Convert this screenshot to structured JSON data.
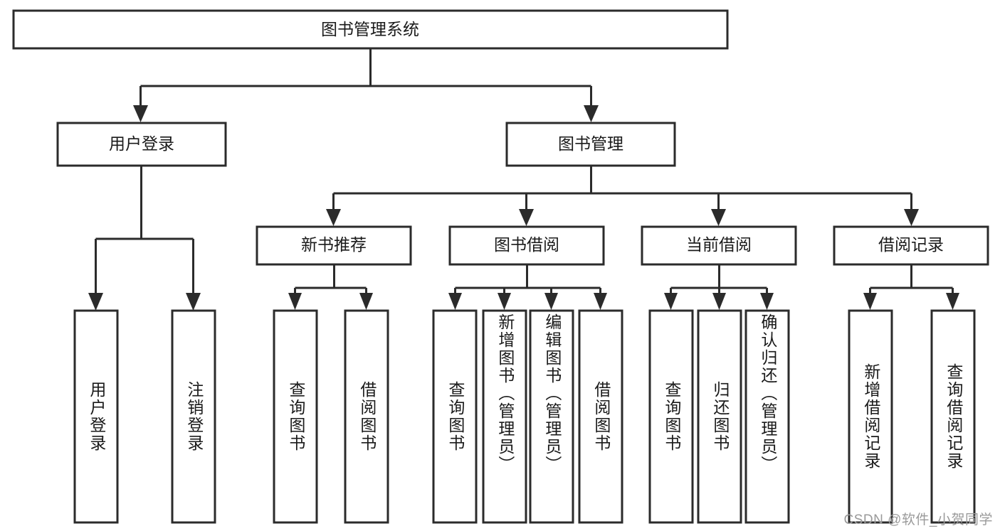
{
  "diagram": {
    "title": "图书管理系统",
    "type": "tree",
    "orientation": "top-down",
    "colors": {
      "box_fill": "#ffffff",
      "box_stroke": "#2b2b2b",
      "connector": "#2b2b2b",
      "text": "#1a1a1a",
      "watermark": "#9a9a9a",
      "background": "#ffffff"
    },
    "root": {
      "label": "图书管理系统",
      "orientation": "horizontal"
    },
    "level2": [
      {
        "label": "用户登录",
        "orientation": "horizontal"
      },
      {
        "label": "图书管理",
        "orientation": "horizontal"
      }
    ],
    "level3": [
      {
        "label": "新书推荐",
        "orientation": "horizontal",
        "parent": "图书管理"
      },
      {
        "label": "图书借阅",
        "orientation": "horizontal",
        "parent": "图书管理"
      },
      {
        "label": "当前借阅",
        "orientation": "horizontal",
        "parent": "图书管理"
      },
      {
        "label": "借阅记录",
        "orientation": "horizontal",
        "parent": "图书管理"
      }
    ],
    "leaves": {
      "user_login": [
        {
          "label": "用户登录",
          "orientation": "vertical"
        },
        {
          "label": "注销登录",
          "orientation": "vertical"
        }
      ],
      "new_book_recommend": [
        {
          "label": "查询图书",
          "orientation": "vertical"
        },
        {
          "label": "借阅图书",
          "orientation": "vertical"
        }
      ],
      "book_borrow": [
        {
          "label": "查询图书",
          "orientation": "vertical"
        },
        {
          "label": "新增图书（管理员）",
          "orientation": "vertical"
        },
        {
          "label": "编辑图书（管理员）",
          "orientation": "vertical"
        },
        {
          "label": "借阅图书",
          "orientation": "vertical"
        }
      ],
      "current_borrow": [
        {
          "label": "查询图书",
          "orientation": "vertical"
        },
        {
          "label": "归还图书",
          "orientation": "vertical"
        },
        {
          "label": "确认归还（管理员）",
          "orientation": "vertical"
        }
      ],
      "borrow_record": [
        {
          "label": "新增借阅记录",
          "orientation": "vertical"
        },
        {
          "label": "查询借阅记录",
          "orientation": "vertical"
        }
      ]
    }
  },
  "watermark": {
    "text": "CSDN @软件_小贺同学"
  }
}
